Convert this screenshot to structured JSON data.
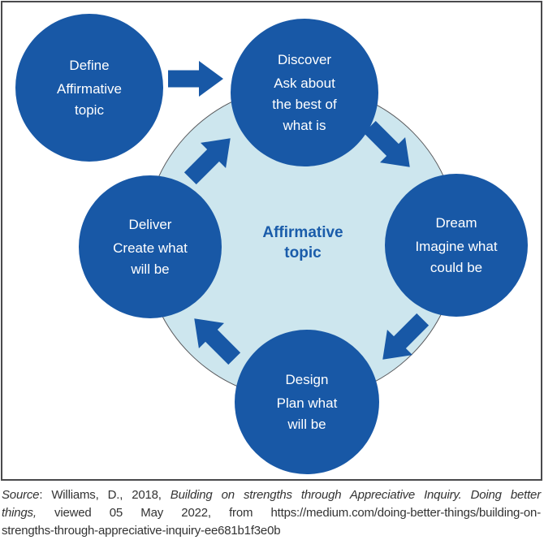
{
  "diagram": {
    "center_label": {
      "lines": [
        "Affirmative",
        "topic"
      ]
    },
    "circles": [
      {
        "name": "define",
        "title": "Define",
        "lines": [
          "Affirmative",
          "topic"
        ]
      },
      {
        "name": "discover",
        "title": "Discover",
        "lines": [
          "Ask about",
          "the best of",
          "what is"
        ]
      },
      {
        "name": "dream",
        "title": "Dream",
        "lines": [
          "Imagine what",
          "could be"
        ]
      },
      {
        "name": "design",
        "title": "Design",
        "lines": [
          "Plan what",
          "will be"
        ]
      },
      {
        "name": "deliver",
        "title": "Deliver",
        "lines": [
          "Create what",
          "will be"
        ]
      }
    ],
    "arrows": [
      "define-to-discover",
      "deliver-to-discover",
      "discover-to-dream",
      "dream-to-design",
      "design-to-deliver"
    ],
    "colors": {
      "node_fill": "#1858a6",
      "arrow_fill": "#1858a6",
      "inner_circle_fill": "#cde6ee",
      "inner_circle_border": "#58585b",
      "node_text": "#ffffff",
      "center_text": "#1a5caa",
      "frame_border": "#4a4a4c"
    }
  },
  "citation": {
    "lines": [
      {
        "segments": [
          {
            "text": "Source",
            "italic": true
          },
          {
            "text": ": Williams, D., 2018, ",
            "italic": false
          },
          {
            "text": "Building on strengths through Appreciative Inquiry. Doing better",
            "italic": true
          }
        ]
      },
      {
        "segments": [
          {
            "text": "things,",
            "italic": true
          },
          {
            "text": " viewed 05 May 2022, from https://medium.com/doing-better-things/building-on-",
            "italic": false
          }
        ]
      },
      {
        "segments": [
          {
            "text": "strengths-through-appreciative-inquiry-ee681b1f3e0b",
            "italic": false
          }
        ]
      }
    ]
  }
}
